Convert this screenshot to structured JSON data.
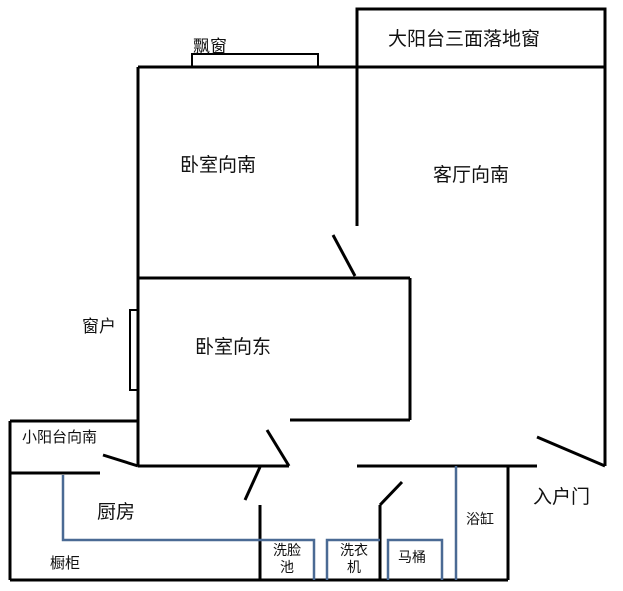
{
  "colors": {
    "wall": "#000000",
    "fixture": "#4a6a94"
  },
  "rooms": {
    "big_balcony": "大阳台三面落地窗",
    "bay_window": "飘窗",
    "bedroom_south": "卧室向南",
    "living_room": "客厅向南",
    "window": "窗户",
    "bedroom_east": "卧室向东",
    "small_balcony": "小阳台向南",
    "kitchen": "厨房",
    "entrance": "入户门",
    "bathtub": "浴缸",
    "cabinet": "橱柜",
    "washbasin_1": "洗脸",
    "washbasin_2": "池",
    "washer_1": "洗衣",
    "washer_2": "机",
    "toilet": "马桶"
  }
}
